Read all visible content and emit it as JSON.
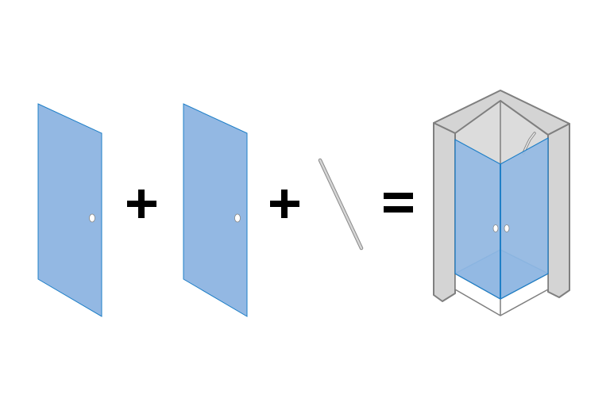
{
  "diagram": {
    "components": [
      {
        "name": "glass-panel-1",
        "icon": "glass-door-panel-with-knob"
      },
      {
        "name": "glass-panel-2",
        "icon": "glass-door-panel-with-knob"
      },
      {
        "name": "support-rod",
        "icon": "stabilizer-bar"
      }
    ],
    "result": {
      "name": "corner-shower-enclosure",
      "icon": "corner-shower-with-two-doors"
    },
    "operators": [
      "+",
      "+",
      "="
    ],
    "colors": {
      "glass_fill": "#93b8e3",
      "glass_edge": "#1f7fc7",
      "wall_fill": "#d9d9d9",
      "wall_edge": "#808080",
      "operator": "#000000"
    }
  }
}
